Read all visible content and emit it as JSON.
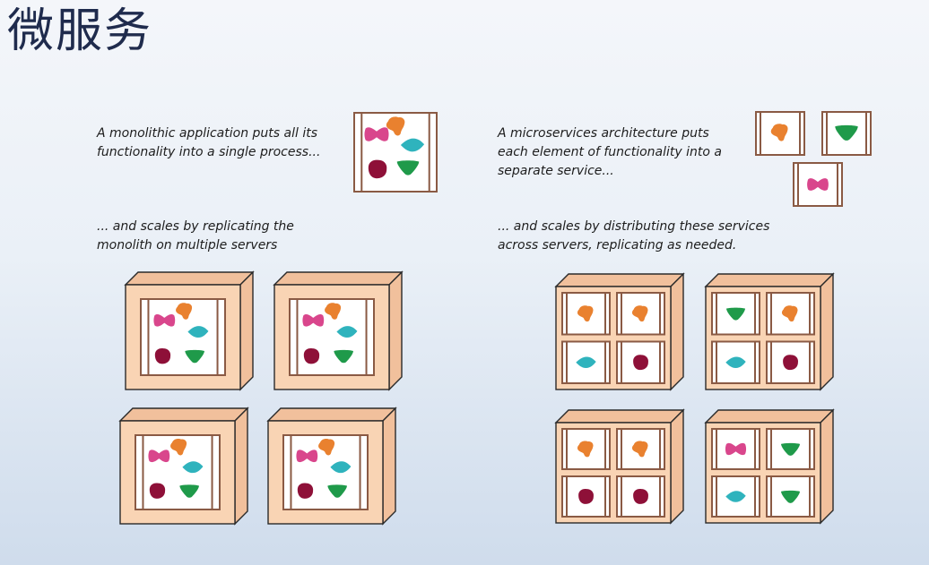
{
  "title": "微服务",
  "captions": {
    "monolith_line1": "A monolithic application puts all its",
    "monolith_line2": "functionality into a single process...",
    "monolith_scale_line1": "... and scales by replicating the",
    "monolith_scale_line2": "monolith on multiple servers",
    "micro_line1": "A microservices architecture puts",
    "micro_line2": "each element of functionality into a",
    "micro_line3": "separate service...",
    "micro_scale_line1": "... and scales by distributing these services",
    "micro_scale_line2": "across servers, replicating as needed."
  },
  "colors": {
    "pink": "#d9468c",
    "orange": "#e9812f",
    "teal": "#2fb3bd",
    "green": "#1f9a4a",
    "maroon": "#8e1038",
    "frame": "#8a5a44",
    "server_face": "#f9d4b4",
    "server_side": "#f1c09c",
    "server_edge": "#2a2a2a"
  },
  "servers": {
    "monolith": [
      {
        "components": [
          "pink",
          "orange",
          "maroon",
          "teal",
          "green"
        ]
      },
      {
        "components": [
          "pink",
          "orange",
          "maroon",
          "teal",
          "green"
        ]
      },
      {
        "components": [
          "pink",
          "orange",
          "maroon",
          "teal",
          "green"
        ]
      },
      {
        "components": [
          "pink",
          "orange",
          "maroon",
          "teal",
          "green"
        ]
      }
    ],
    "microservices": [
      {
        "cells": [
          "orange",
          "orange",
          "teal",
          "maroon"
        ]
      },
      {
        "cells": [
          "green",
          "orange",
          "teal",
          "maroon"
        ]
      },
      {
        "cells": [
          "orange",
          "orange",
          "maroon",
          "maroon"
        ]
      },
      {
        "cells": [
          "pink",
          "green",
          "teal",
          "green"
        ]
      }
    ]
  }
}
